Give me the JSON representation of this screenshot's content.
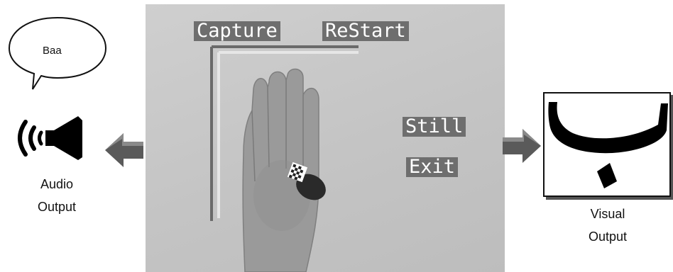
{
  "audio": {
    "speech_text": "Baa",
    "caption_line1": "Audio",
    "caption_line2": "Output",
    "icon": "speaker-icon"
  },
  "camera": {
    "buttons": {
      "capture": "Capture",
      "restart": "ReStart",
      "still": "Still",
      "exit": "Exit"
    }
  },
  "visual": {
    "caption_line1": "Visual",
    "caption_line2": "Output"
  },
  "colors": {
    "arrow": "#5a5a5a",
    "button_bg": "#6e6e6e",
    "button_text": "#ffffff",
    "glyph": "#000000"
  }
}
